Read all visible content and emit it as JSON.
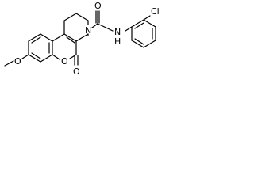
{
  "molecule": {
    "atoms": {
      "methoxy_o": "O",
      "ring_o": "O",
      "carbonyl_o_lactone": "O",
      "ring_n": "N",
      "carbonyl_o_amide": "O",
      "amide_n": "N",
      "amide_h": "H",
      "chlorine": "Cl"
    },
    "colors": {
      "bond": "#000000",
      "text": "#000000",
      "background": "#ffffff"
    }
  }
}
